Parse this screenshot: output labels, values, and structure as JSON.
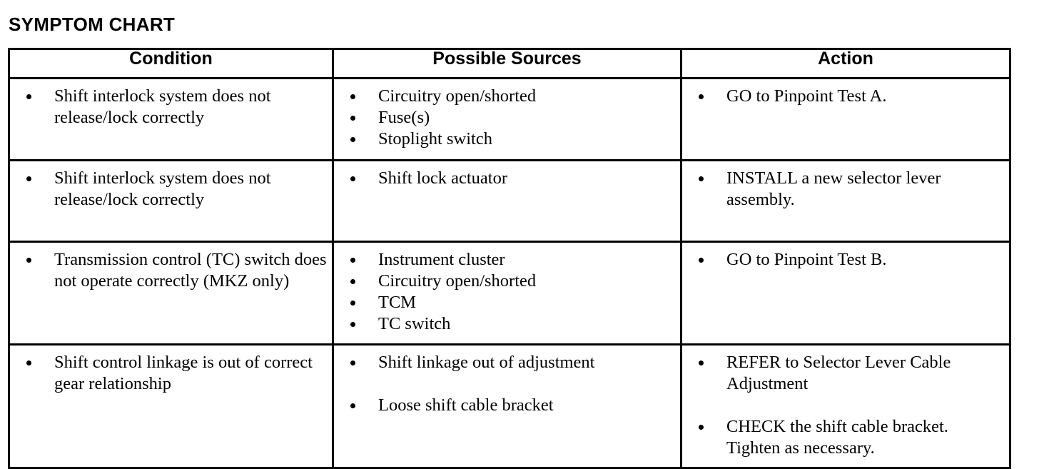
{
  "document": {
    "title": "SYMPTOM CHART"
  },
  "table": {
    "columns": [
      {
        "id": "condition",
        "label": "Condition"
      },
      {
        "id": "possible_sources",
        "label": "Possible Sources"
      },
      {
        "id": "action",
        "label": "Action"
      }
    ],
    "rows": [
      {
        "condition": [
          "Shift interlock system does not release/lock correctly"
        ],
        "possible_sources": [
          "Circuitry open/shorted",
          "Fuse(s)",
          "Stoplight switch"
        ],
        "action": [
          "GO to Pinpoint Test A."
        ]
      },
      {
        "condition": [
          "Shift interlock system does not release/lock correctly"
        ],
        "possible_sources": [
          "Shift lock actuator"
        ],
        "action": [
          "INSTALL a new selector lever assembly."
        ]
      },
      {
        "condition": [
          "Transmission control (TC) switch does not operate correctly (MKZ only)"
        ],
        "possible_sources": [
          "Instrument cluster",
          "Circuitry open/shorted",
          "TCM",
          "TC switch"
        ],
        "action": [
          "GO to Pinpoint Test B."
        ]
      },
      {
        "condition": [
          "Shift control linkage is out of correct gear relationship"
        ],
        "possible_sources": [
          "Shift linkage out of adjustment",
          "Loose shift cable bracket"
        ],
        "action": [
          "REFER to Selector Lever Cable Adjustment",
          "CHECK the shift cable bracket. Tighten as necessary."
        ]
      }
    ]
  },
  "colors": {
    "ink": "#000000",
    "paper": "#ffffff"
  }
}
